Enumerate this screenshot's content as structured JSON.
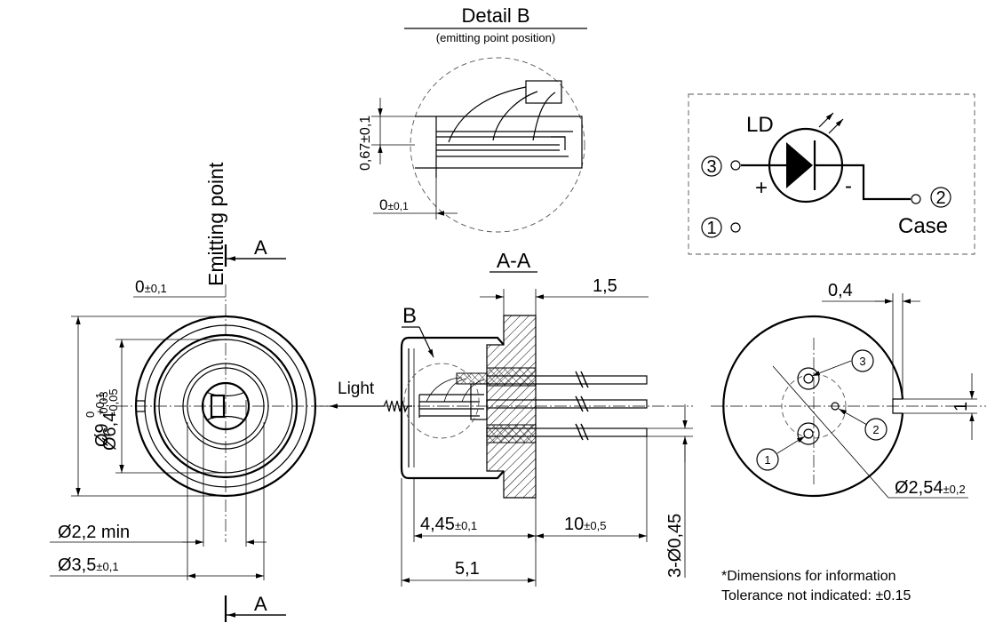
{
  "detail_b": {
    "title": "Detail B",
    "subtitle": "(emitting point position)",
    "dim_067": "0,67±0,1",
    "dim_zero": "0",
    "dim_zero_tol": "±0,1"
  },
  "front_view": {
    "emitting_point": "Emitting point",
    "section_mark_top": "A",
    "section_mark_bottom": "A",
    "dim_zero": "0",
    "dim_zero_tol": "±0,1",
    "dim_d9": "Ø9",
    "dim_d9_upper": "0",
    "dim_d9_lower": "-0,03",
    "dim_d64": "Ø6,4",
    "dim_d64_upper": "+0,1",
    "dim_d64_lower": "-0,05",
    "dim_d22": "Ø2,2 min",
    "dim_d35": "Ø3,5",
    "dim_d35_tol": "±0,1"
  },
  "section_view": {
    "title": "A-A",
    "detail_label": "B",
    "light_label": "Light",
    "dim_15": "1,5",
    "dim_445": "4,45",
    "dim_445_tol": "±0,1",
    "dim_10": "10",
    "dim_10_tol": "±0,5",
    "dim_51": "5,1",
    "dim_pins": "3-Ø0,45"
  },
  "schematic": {
    "ld_label": "LD",
    "pin3": "3",
    "pin2": "2",
    "pin1": "1",
    "plus": "+",
    "minus": "-",
    "case_label": "Case"
  },
  "rear_view": {
    "dim_04": "0,4",
    "dim_1": "1",
    "pin_label_1": "1",
    "pin_label_2": "2",
    "pin_label_3": "3",
    "dim_254": "Ø2,54",
    "dim_254_tol": "±0,2"
  },
  "notes": {
    "line1": "*Dimensions for information",
    "line2": "Tolerance not indicated: ±0.15"
  }
}
